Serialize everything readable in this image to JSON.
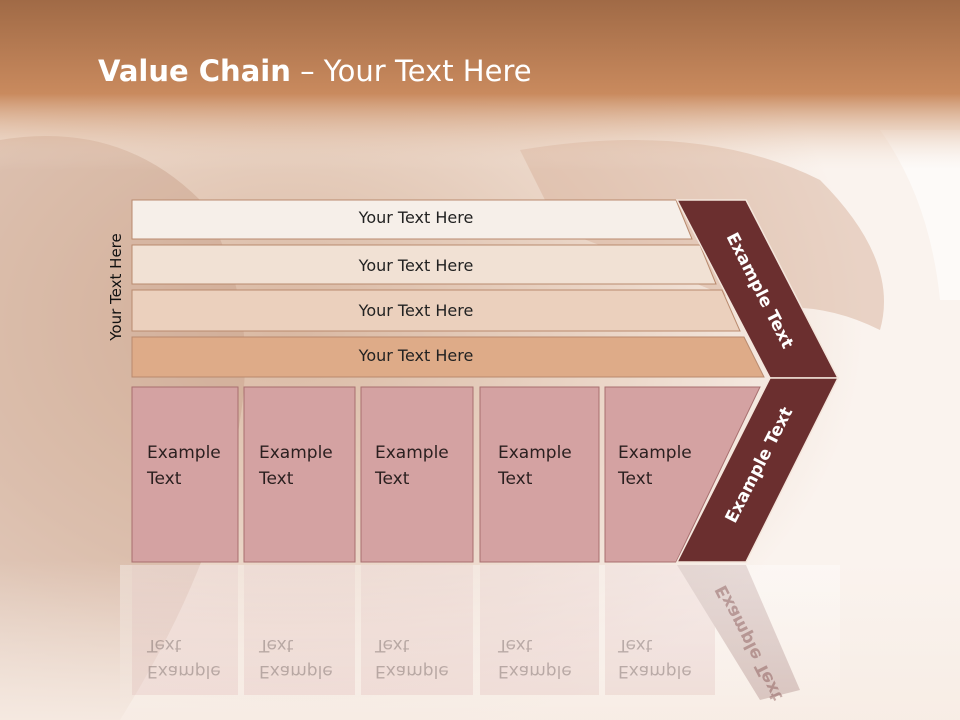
{
  "title": {
    "bold": "Value Chain",
    "rest": " – Your Text Here"
  },
  "side_label": "Your Text Here",
  "rows": [
    "Your Text Here",
    "Your Text Here",
    "Your Text Here",
    "Your Text Here"
  ],
  "boxes": [
    {
      "line1": "Example",
      "line2": "Text"
    },
    {
      "line1": "Example",
      "line2": "Text"
    },
    {
      "line1": "Example",
      "line2": "Text"
    },
    {
      "line1": "Example",
      "line2": "Text"
    },
    {
      "line1": "Example",
      "line2": "Text"
    }
  ],
  "chevron": {
    "upper": "Example Text",
    "lower": "Example Text"
  },
  "colors": {
    "header": "#c98a5e",
    "row1": "#f6efe9",
    "row2": "#f1e1d4",
    "row3": "#ebd0bd",
    "row4": "#deab88",
    "box": "#d4a2a2",
    "chevron": "#6b2f2f"
  }
}
